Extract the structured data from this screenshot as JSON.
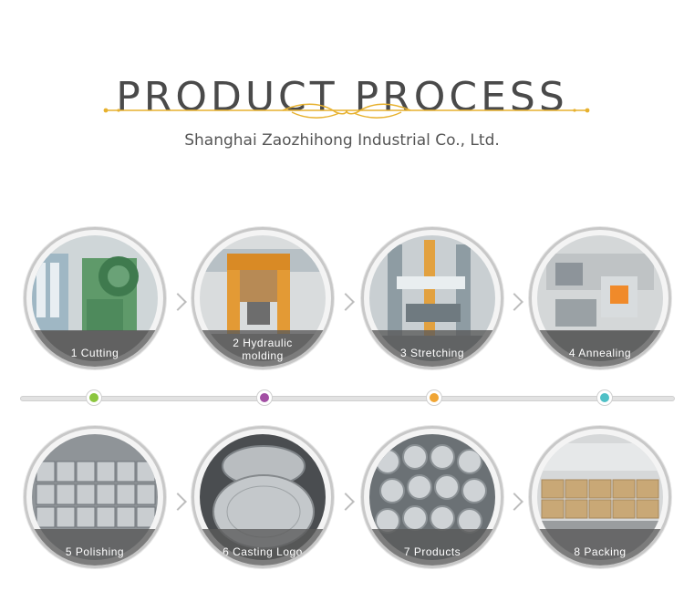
{
  "header": {
    "title": "PRODUCT PROCESS",
    "subtitle": "Shanghai Zaozhihong Industrial Co., Ltd."
  },
  "colors": {
    "ornament": "#e7b12e",
    "title_text": "#4a4a4a",
    "timeline_dots": [
      "#8cc63f",
      "#a24fa3",
      "#f0a535",
      "#4fc0c6"
    ]
  },
  "steps": [
    {
      "label": "1 Cutting",
      "icon": "press-machine-photo"
    },
    {
      "label": "2 Hydraulic\nmolding",
      "icon": "hydraulic-press-photo"
    },
    {
      "label": "3 Stretching",
      "icon": "stretching-machine-photo"
    },
    {
      "label": "4 Annealing",
      "icon": "annealing-furnace-photo"
    },
    {
      "label": "5 Polishing",
      "icon": "stacked-cylinders-photo"
    },
    {
      "label": "6 Casting Logo",
      "icon": "casting-die-photo"
    },
    {
      "label": "7 Products",
      "icon": "metal-parts-photo"
    },
    {
      "label": "8 Packing",
      "icon": "cartons-warehouse-photo"
    }
  ]
}
